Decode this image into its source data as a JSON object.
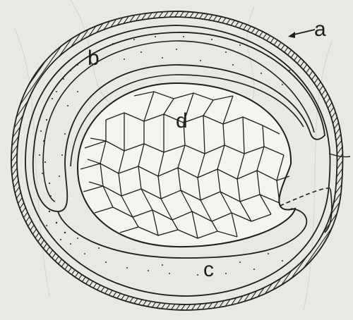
{
  "labels": {
    "a": "a",
    "b": "b",
    "c": "c",
    "d": "d"
  },
  "colors": {
    "background": "#e9e8e3",
    "ink": "#1e1e1e"
  }
}
